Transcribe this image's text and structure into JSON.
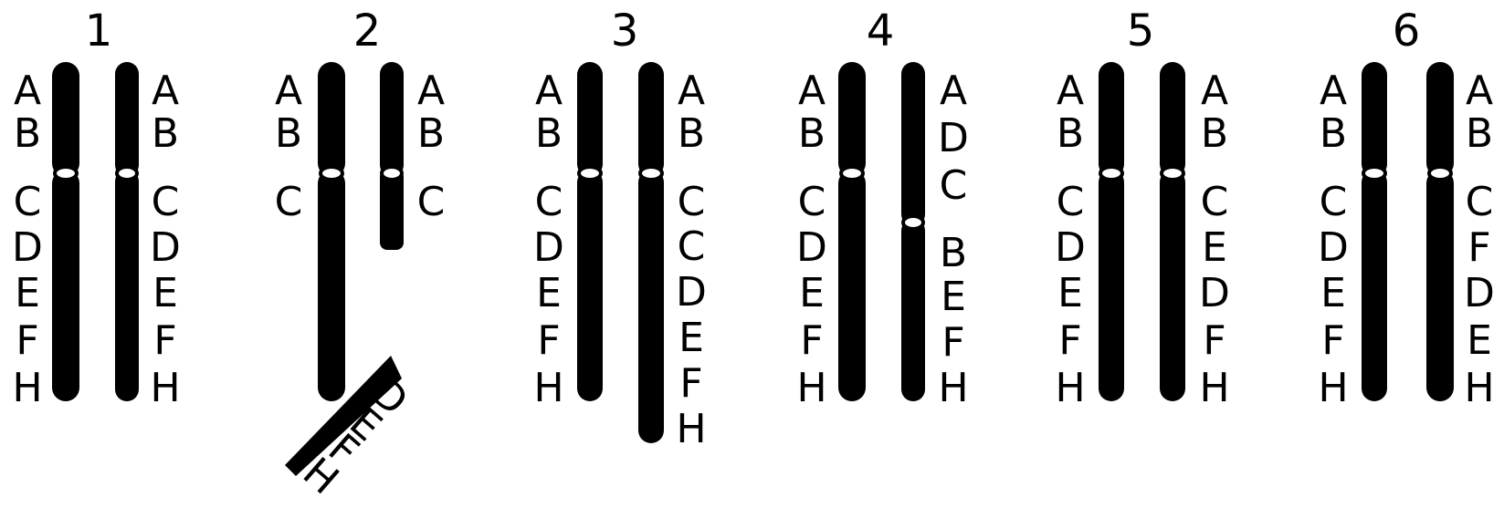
{
  "colors": {
    "background": "#ffffff",
    "ink": "#000000"
  },
  "panels": [
    {
      "number": "1",
      "left": {
        "p_arm": [
          "A",
          "B"
        ],
        "q_arm": [
          "C",
          "D",
          "E",
          "F",
          "H"
        ]
      },
      "right": {
        "p_arm": [
          "A",
          "B"
        ],
        "q_arm": [
          "C",
          "D",
          "E",
          "F",
          "H"
        ]
      }
    },
    {
      "number": "2",
      "left": {
        "p_arm": [
          "A",
          "B"
        ],
        "q_arm": [
          "C"
        ]
      },
      "right": {
        "p_arm": [
          "A",
          "B"
        ],
        "q_arm": [
          "C"
        ]
      },
      "fragment": [
        "D",
        "E",
        "F",
        "H"
      ]
    },
    {
      "number": "3",
      "left": {
        "p_arm": [
          "A",
          "B"
        ],
        "q_arm": [
          "C",
          "D",
          "E",
          "F",
          "H"
        ]
      },
      "right": {
        "p_arm": [
          "A",
          "B"
        ],
        "q_arm": [
          "C",
          "C",
          "D",
          "E",
          "F",
          "H"
        ]
      }
    },
    {
      "number": "4",
      "left": {
        "p_arm": [
          "A",
          "B"
        ],
        "q_arm": [
          "C",
          "D",
          "E",
          "F",
          "H"
        ]
      },
      "right": {
        "p_arm": [
          "A",
          "D",
          "C"
        ],
        "q_arm": [
          "B",
          "E",
          "F",
          "H"
        ]
      }
    },
    {
      "number": "5",
      "left": {
        "p_arm": [
          "A",
          "B"
        ],
        "q_arm": [
          "C",
          "D",
          "E",
          "F",
          "H"
        ]
      },
      "right": {
        "p_arm": [
          "A",
          "B"
        ],
        "q_arm": [
          "C",
          "E",
          "D",
          "F",
          "H"
        ]
      }
    },
    {
      "number": "6",
      "left": {
        "p_arm": [
          "A",
          "B"
        ],
        "q_arm": [
          "C",
          "D",
          "E",
          "F",
          "H"
        ]
      },
      "right": {
        "p_arm": [
          "A",
          "B"
        ],
        "q_arm": [
          "C",
          "F",
          "D",
          "E",
          "H"
        ]
      }
    }
  ]
}
